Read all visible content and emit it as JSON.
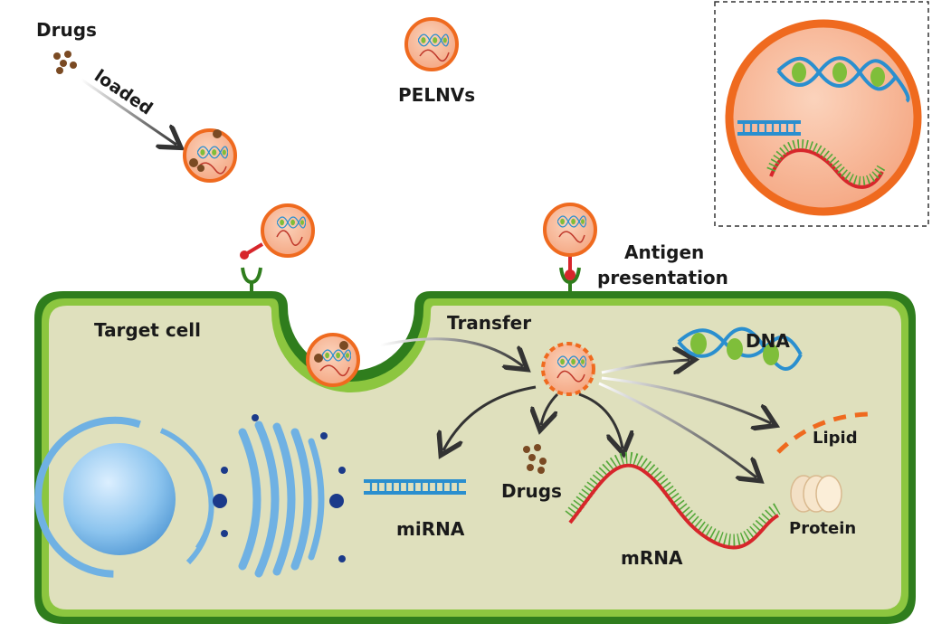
{
  "labels": {
    "drugs_top": "Drugs",
    "loaded": "loaded",
    "pelnvs": "PELNVs",
    "antigen_line1": "Antigen",
    "antigen_line2": "presentation",
    "target_cell": "Target cell",
    "transfer": "Transfer",
    "dna": "DNA",
    "lipid": "Lipid",
    "protein": "Protein",
    "mirna": "miRNA",
    "drugs_inner": "Drugs",
    "mrna": "mRNA"
  },
  "colors": {
    "vesicle_fill": "#f6b694",
    "vesicle_stroke": "#ef6a1f",
    "membrane_dark": "#2f7d1d",
    "membrane_light": "#8cc63f",
    "cytoplasm": "#dfe0bd",
    "dna_blue": "#2a8fcf",
    "dna_green": "#7fbe3a",
    "drug_brown": "#7a4a23",
    "organelle_blue": "#6fb1e3",
    "rna_red": "#d7262b",
    "rna_green": "#55a83a"
  }
}
